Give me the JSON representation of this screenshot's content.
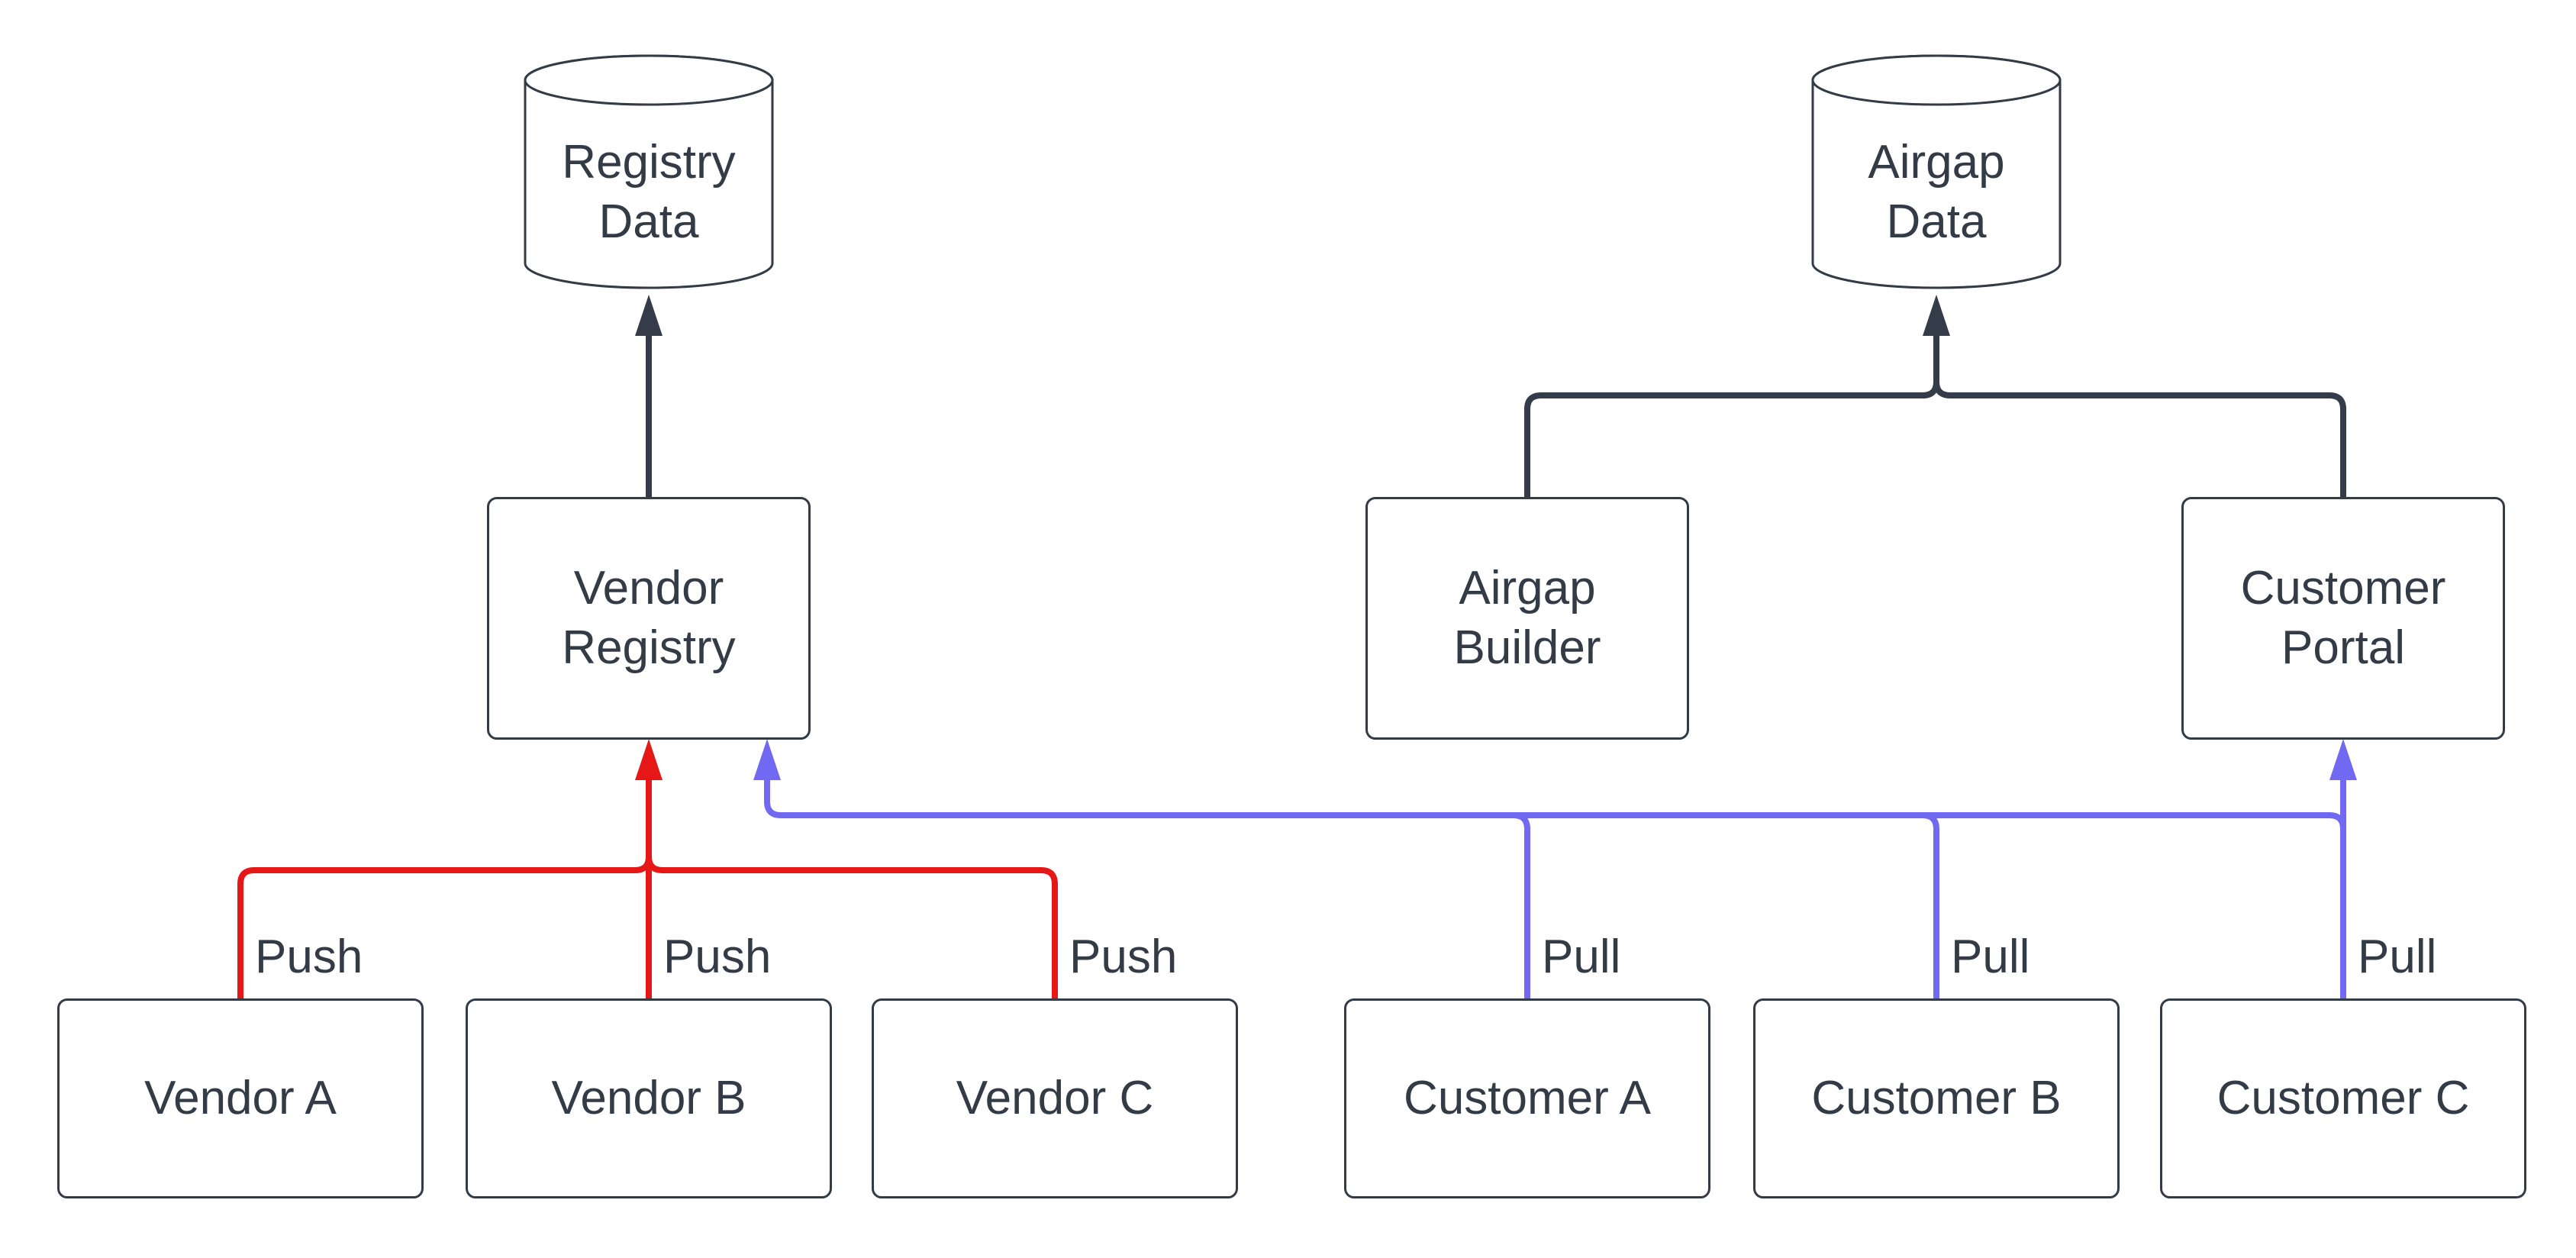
{
  "diagram": {
    "background": "#ffffff",
    "colors": {
      "node_border": "#333b47",
      "node_fill": "#ffffff",
      "text": "#333b47",
      "store_edge": "#333c48",
      "push_edge": "#e61717",
      "pull_edge": "#7169f2"
    },
    "data_stores": [
      {
        "id": "registry-data",
        "label": "Registry\nData"
      },
      {
        "id": "airgap-data",
        "label": "Airgap\nData"
      }
    ],
    "services": [
      {
        "id": "vendor-registry",
        "label": "Vendor\nRegistry"
      },
      {
        "id": "airgap-builder",
        "label": "Airgap\nBuilder"
      },
      {
        "id": "customer-portal",
        "label": "Customer\nPortal"
      }
    ],
    "actors": [
      {
        "id": "vendor-a",
        "label": "Vendor A"
      },
      {
        "id": "vendor-b",
        "label": "Vendor B"
      },
      {
        "id": "vendor-c",
        "label": "Vendor C"
      },
      {
        "id": "customer-a",
        "label": "Customer A"
      },
      {
        "id": "customer-b",
        "label": "Customer B"
      },
      {
        "id": "customer-c",
        "label": "Customer C"
      }
    ],
    "edge_labels": [
      {
        "id": "push-vendor-a",
        "text": "Push"
      },
      {
        "id": "push-vendor-b",
        "text": "Push"
      },
      {
        "id": "push-vendor-c",
        "text": "Push"
      },
      {
        "id": "pull-customer-a",
        "text": "Pull"
      },
      {
        "id": "pull-customer-b",
        "text": "Pull"
      },
      {
        "id": "pull-customer-c",
        "text": "Pull"
      }
    ]
  }
}
